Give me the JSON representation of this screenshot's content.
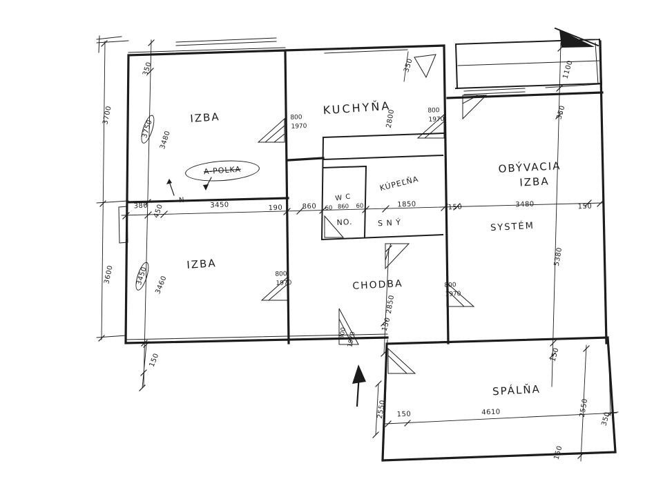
{
  "colors": {
    "ink": "#1c1c1c",
    "paper": "#ffffff"
  },
  "rooms": {
    "izba1": "IZBA",
    "kuchyna": "KUCHYŇA",
    "obyvacia_l1": "OBÝVACIA",
    "obyvacia_l2": "IZBA",
    "izba2": "IZBA",
    "chodba": "CHODBA",
    "kupelna": "KÚPEĽŇA",
    "wc": "W C",
    "spalna": "SPÁLŇA",
    "nosny_a": "NO.",
    "nosny_b": "S N Ý",
    "system": "SYSTÉM"
  },
  "dims": {
    "n3700": "3700",
    "n3600": "3600",
    "n350": "350",
    "n3750": "3750",
    "n3480": "3480",
    "n3450": "3450",
    "n3460": "3460",
    "n380": "380",
    "n450": "450",
    "n190": "190",
    "n860": "860",
    "n60": "60",
    "n1850": "1850",
    "n150": "150",
    "n2800": "2800",
    "n1100": "1100",
    "n5380": "5380",
    "n2550": "2550",
    "n2850": "2850",
    "n4610": "4610",
    "n800": "800",
    "n1970": "1970"
  },
  "annotations": {
    "scribble": "A-POLKA",
    "north_label": "N"
  }
}
